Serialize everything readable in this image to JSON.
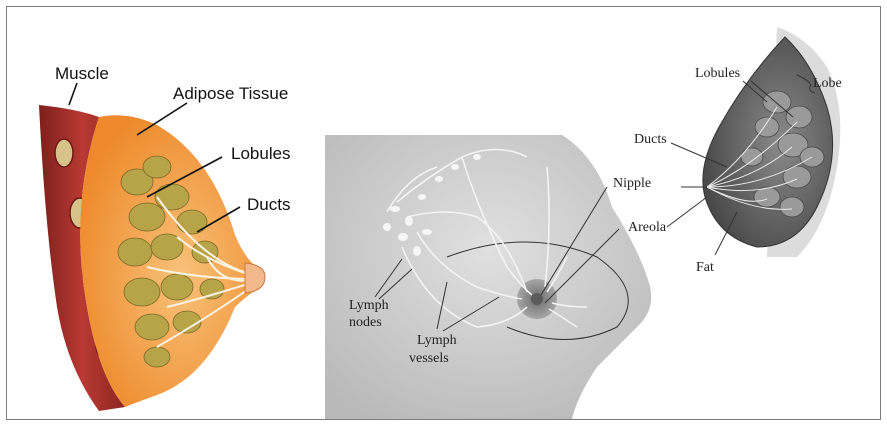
{
  "left_diagram": {
    "labels": {
      "muscle": "Muscle",
      "adipose": "Adipose Tissue",
      "lobules": "Lobules",
      "ducts": "Ducts"
    }
  },
  "middle_diagram": {
    "labels": {
      "nipple": "Nipple",
      "areola": "Areola",
      "lymph_nodes_line1": "Lymph",
      "lymph_nodes_line2": "nodes",
      "lymph_vessels_line1": "Lymph",
      "lymph_vessels_line2": "vessels"
    }
  },
  "right_diagram": {
    "labels": {
      "lobules": "Lobules",
      "lobe": "Lobe",
      "ducts": "Ducts",
      "fat": "Fat"
    }
  },
  "colors": {
    "muscle": "#a8322c",
    "adipose": "#f29a3c",
    "lobule": "#b9a547",
    "body_gray": "#c9c9c9"
  }
}
